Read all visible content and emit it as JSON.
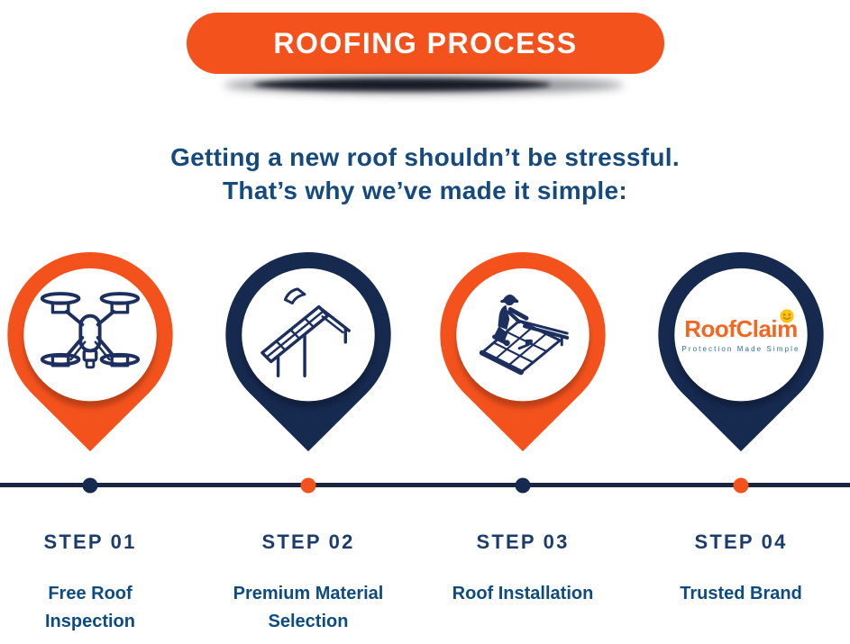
{
  "colors": {
    "background": "#ffffff",
    "orange": "#F4521D",
    "navy": "#16294E",
    "timeline_line": "#1B2540",
    "intro_text": "#174A7C",
    "step_label_text": "#1C3D6B",
    "step_title_text": "#0E4B80",
    "icon_stroke": "#1C2F5E"
  },
  "header": {
    "title": "ROOFING PROCESS"
  },
  "intro": {
    "line1": "Getting a new roof shouldn’t be stressful.",
    "line2": "That’s why we’ve made it simple:"
  },
  "steps": [
    {
      "label": "STEP 01",
      "title": "Free Roof Inspection",
      "pin_color": "#F4521D",
      "dot_color": "#16294E",
      "icon": "drone-icon"
    },
    {
      "label": "STEP 02",
      "title": "Premium Material Selection",
      "pin_color": "#16294E",
      "dot_color": "#F4521D",
      "icon": "roof-tiles-icon"
    },
    {
      "label": "STEP 03",
      "title": "Roof Installation",
      "pin_color": "#F4521D",
      "dot_color": "#16294E",
      "icon": "roofer-icon"
    },
    {
      "label": "STEP 04",
      "title": "Trusted Brand",
      "pin_color": "#16294E",
      "dot_color": "#F4521D",
      "icon": "roofclaim-logo"
    }
  ],
  "timeline": {
    "line_color": "#1B2540"
  },
  "logo": {
    "name": "RoofClaim",
    "tagline": "Protection Made Simple",
    "name_color": "#F26722",
    "tagline_color": "#2F6CA4",
    "smiley_color": "#FFC313"
  }
}
